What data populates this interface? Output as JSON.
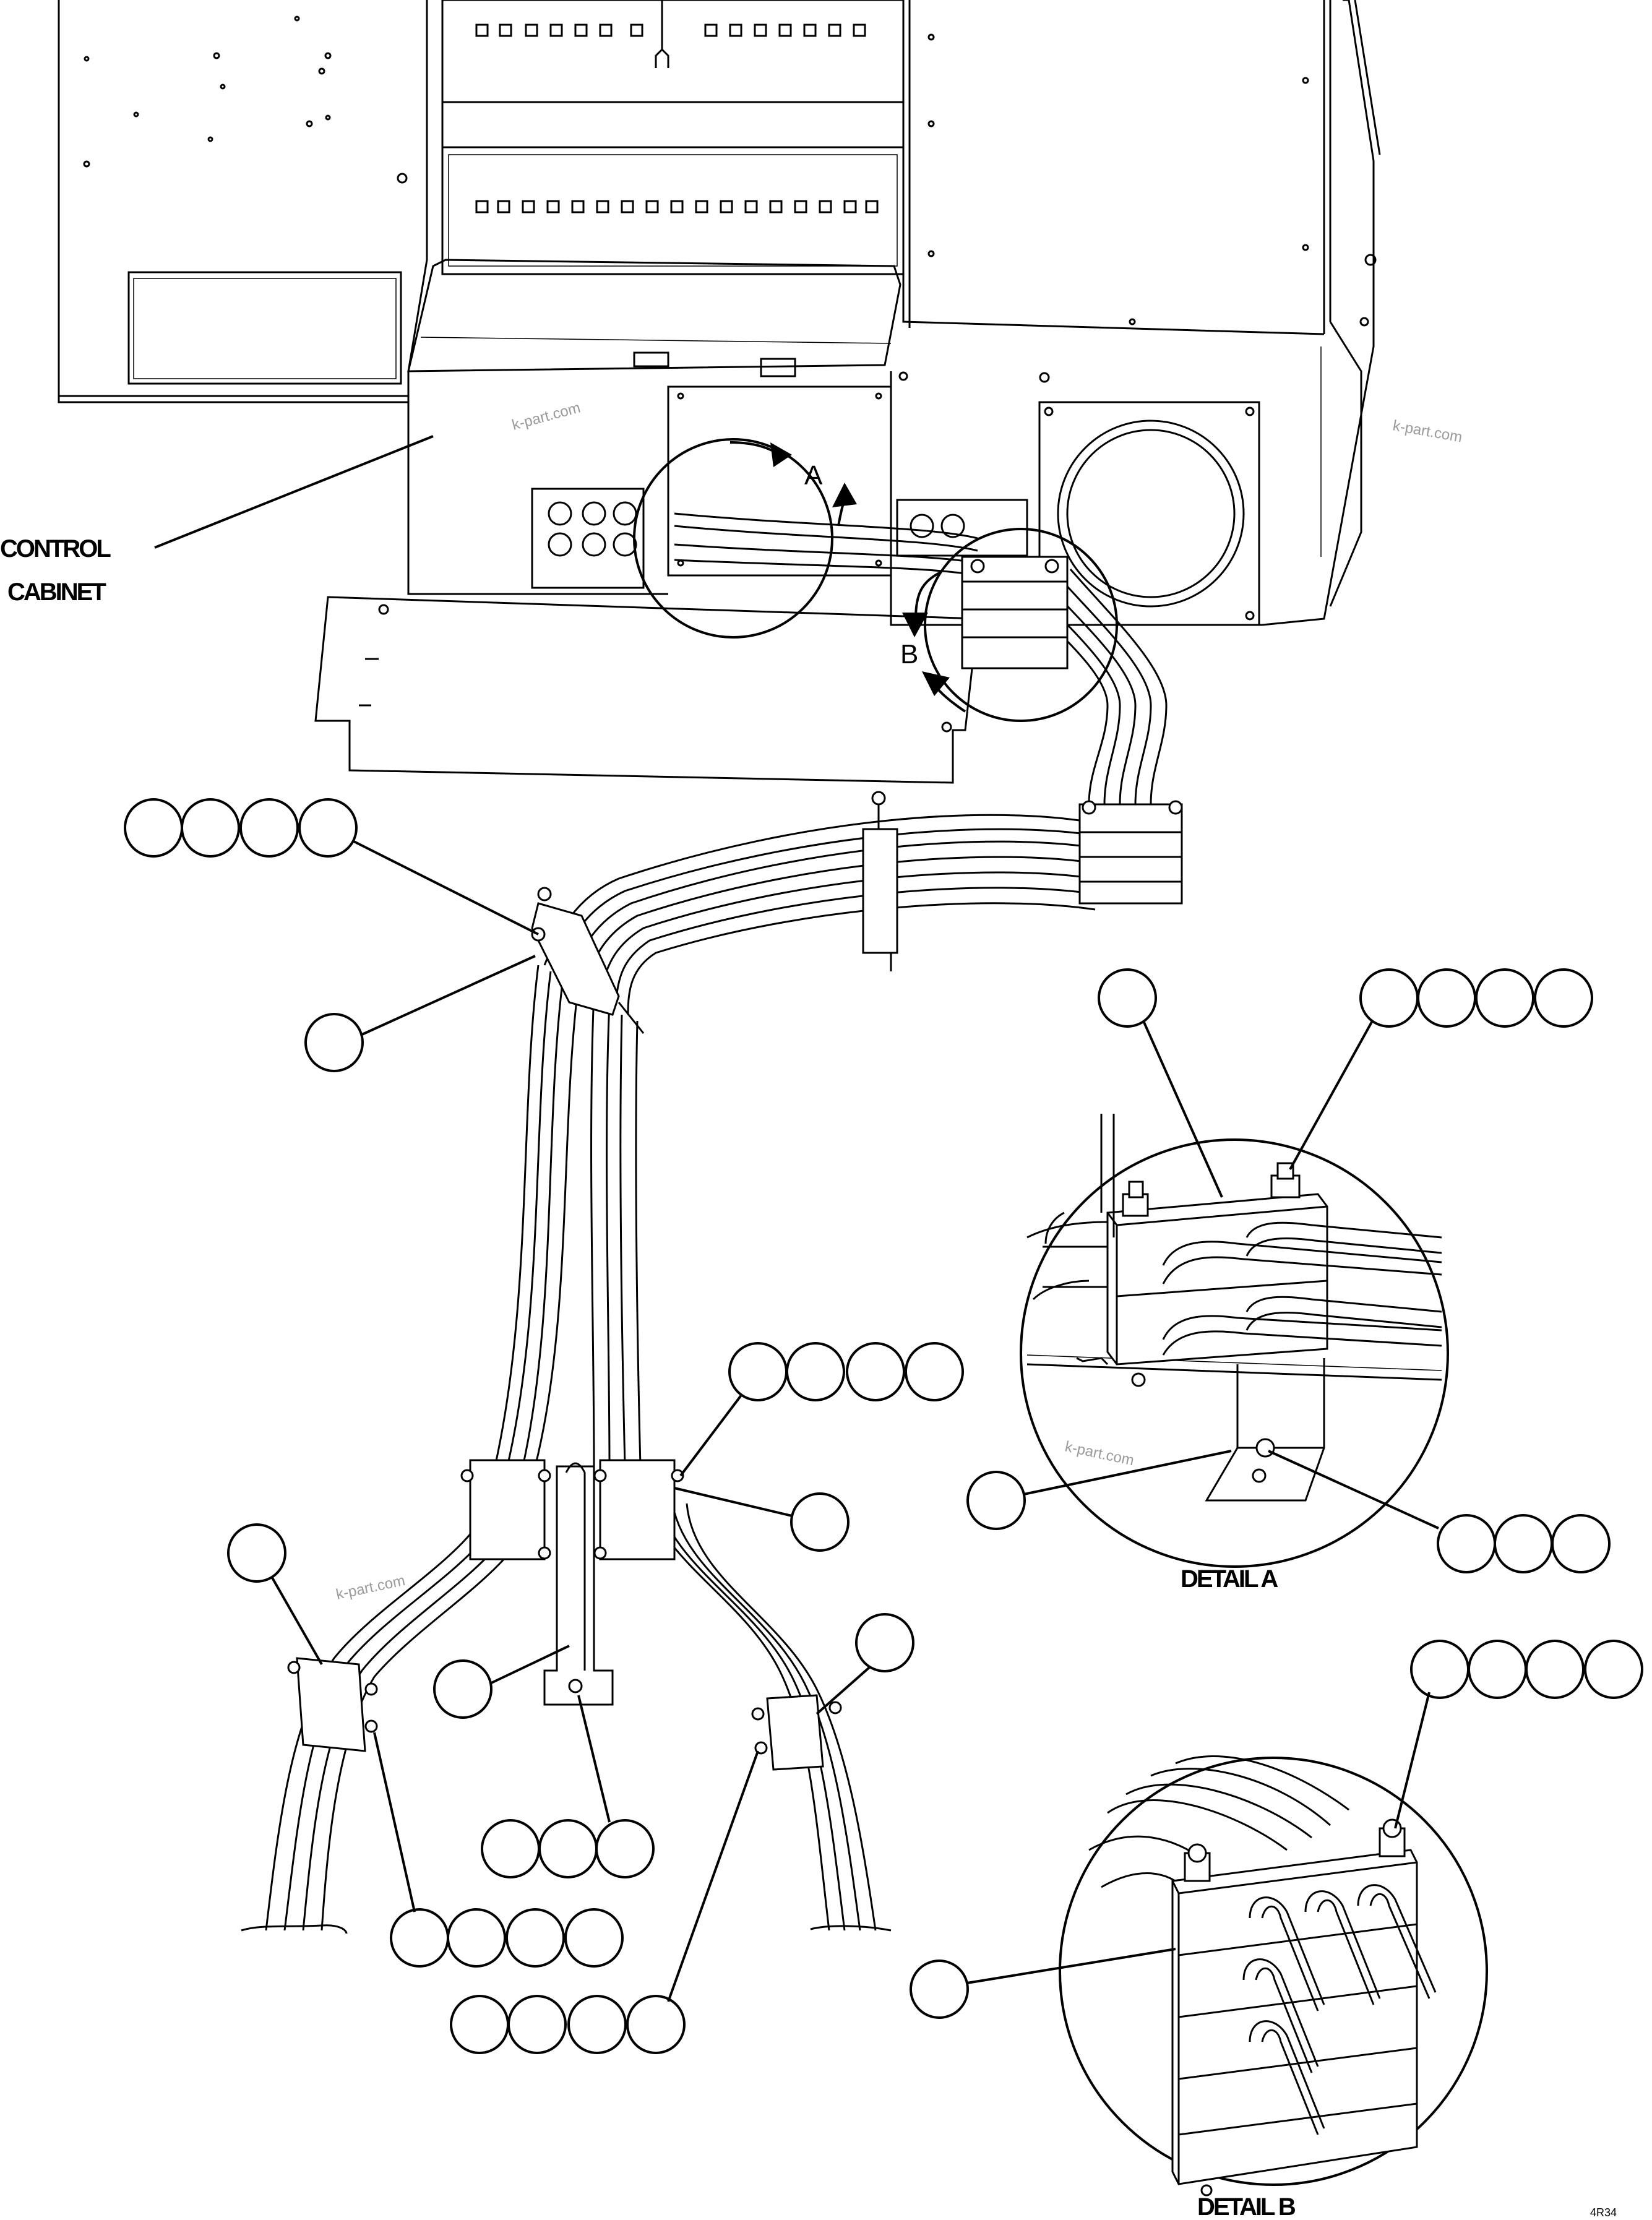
{
  "diagram": {
    "labels": {
      "control_cabinet_line1": "CONTROL",
      "control_cabinet_line2": "CABINET",
      "detail_a_caption": "DETAIL A",
      "detail_b_caption": "DETAIL B",
      "detail_a_letter": "A",
      "detail_b_letter": "B",
      "drawing_number": "4R34"
    },
    "watermarks": [
      "k-part.com",
      "k-part.com",
      "k-part.com",
      "k-part.com"
    ],
    "colors": {
      "ink": "#000000",
      "paper": "#ffffff",
      "watermark": "#9a9a9a"
    }
  }
}
